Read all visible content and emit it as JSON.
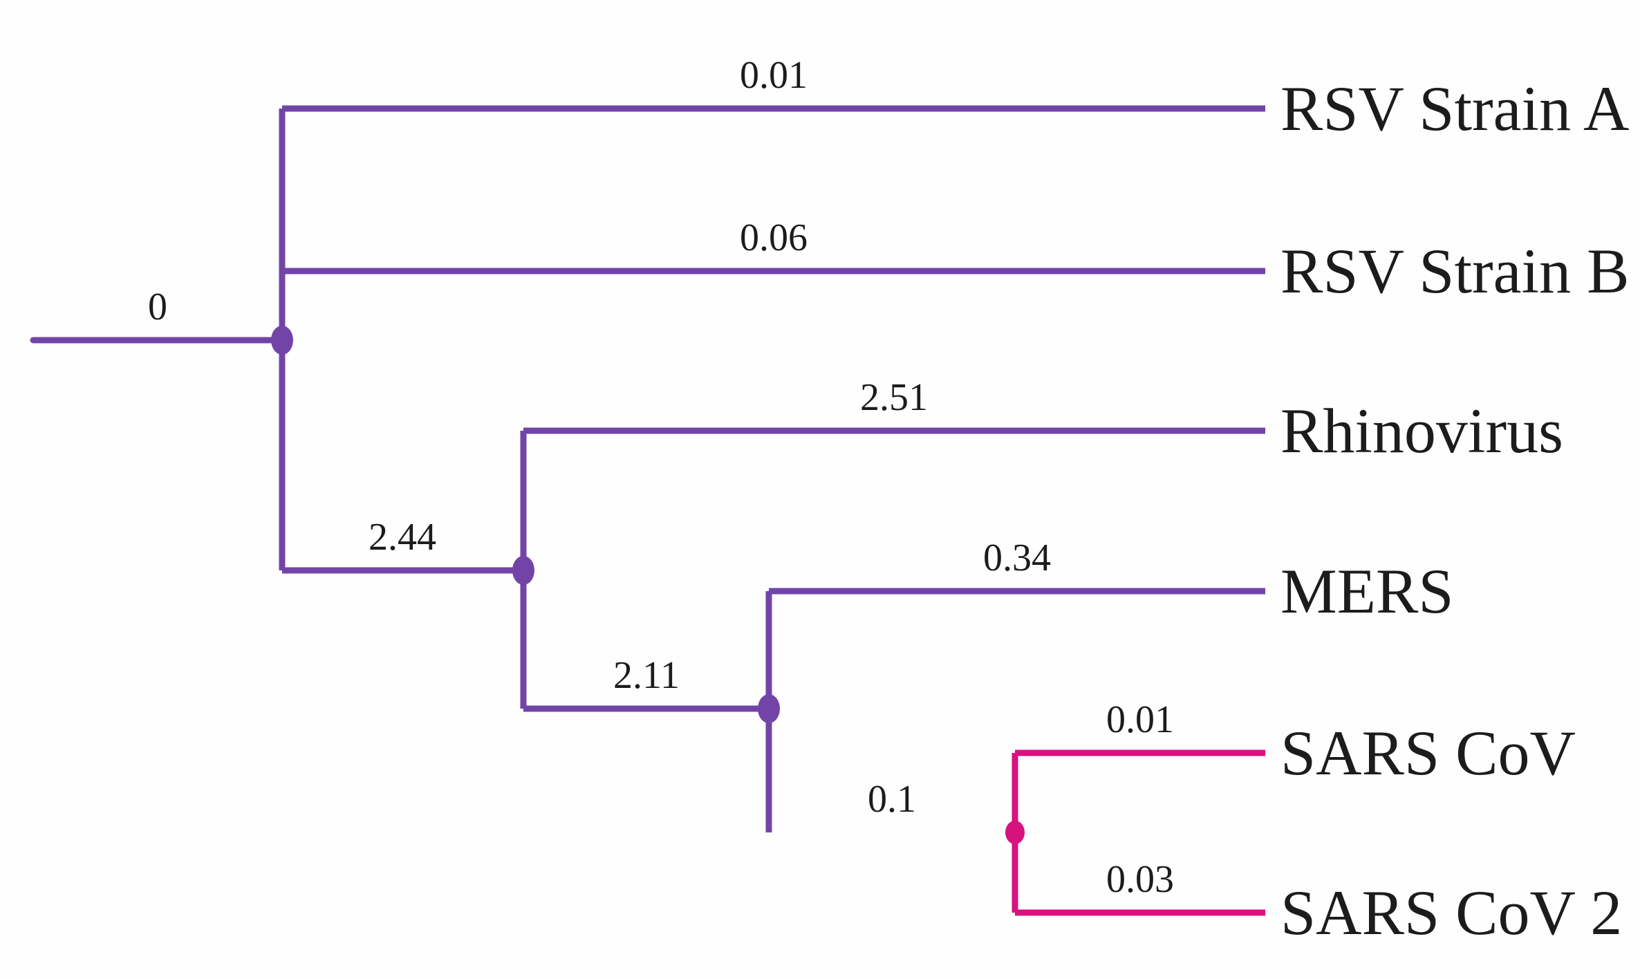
{
  "diagram": {
    "type": "phylogenetic-tree",
    "background": "#fefefe",
    "colors": {
      "branch_purple": "#7344a8",
      "branch_pink": "#d81180",
      "label_text": "#1c1c1c"
    },
    "clades": [
      {
        "id": "root",
        "branch_length": "0"
      },
      {
        "id": "non-rsv-clade",
        "branch_length": "2.44"
      },
      {
        "id": "mers-sars-clade",
        "branch_length": "2.11"
      },
      {
        "id": "sars-clade",
        "branch_length": "0.1"
      }
    ],
    "taxa": [
      {
        "name": "RSV Strain A",
        "branch_length": "0.01"
      },
      {
        "name": "RSV Strain B",
        "branch_length": "0.06"
      },
      {
        "name": "Rhinovirus",
        "branch_length": "2.51"
      },
      {
        "name": "MERS",
        "branch_length": "0.34"
      },
      {
        "name": "SARS CoV",
        "branch_length": "0.01"
      },
      {
        "name": "SARS CoV 2",
        "branch_length": "0.03"
      }
    ]
  }
}
